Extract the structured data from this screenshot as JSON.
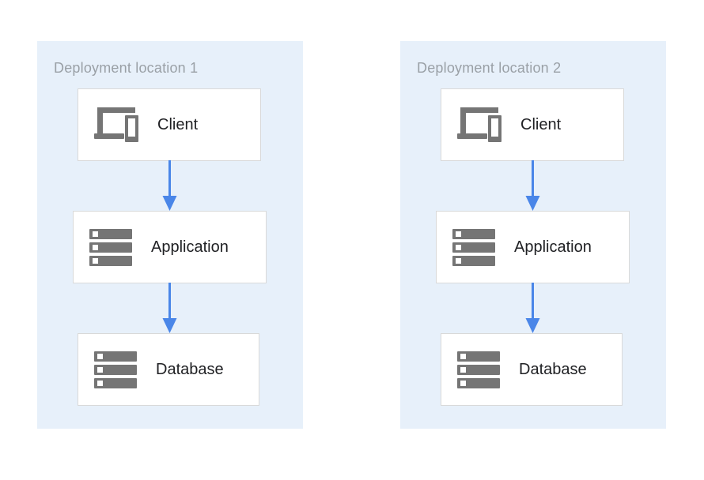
{
  "diagram": {
    "type": "architecture-diagram",
    "locations": [
      {
        "title": "Deployment location 1",
        "nodes": [
          {
            "label": "Client",
            "icon": "client-devices-icon"
          },
          {
            "label": "Application",
            "icon": "server-stack-icon"
          },
          {
            "label": "Database",
            "icon": "server-stack-icon"
          }
        ],
        "connections": [
          {
            "from": "Client",
            "to": "Application",
            "style": "arrow-down"
          },
          {
            "from": "Application",
            "to": "Database",
            "style": "arrow-down"
          }
        ]
      },
      {
        "title": "Deployment location 2",
        "nodes": [
          {
            "label": "Client",
            "icon": "client-devices-icon"
          },
          {
            "label": "Application",
            "icon": "server-stack-icon"
          },
          {
            "label": "Database",
            "icon": "server-stack-icon"
          }
        ],
        "connections": [
          {
            "from": "Client",
            "to": "Application",
            "style": "arrow-down"
          },
          {
            "from": "Application",
            "to": "Database",
            "style": "arrow-down"
          }
        ]
      }
    ],
    "colors": {
      "container_bg": "#e7f0fa",
      "box_bg": "#ffffff",
      "box_border": "#d9d9d9",
      "title_text": "#9aa0a6",
      "label_text": "#202124",
      "icon_gray": "#757575",
      "arrow_blue": "#4a86e8"
    }
  }
}
